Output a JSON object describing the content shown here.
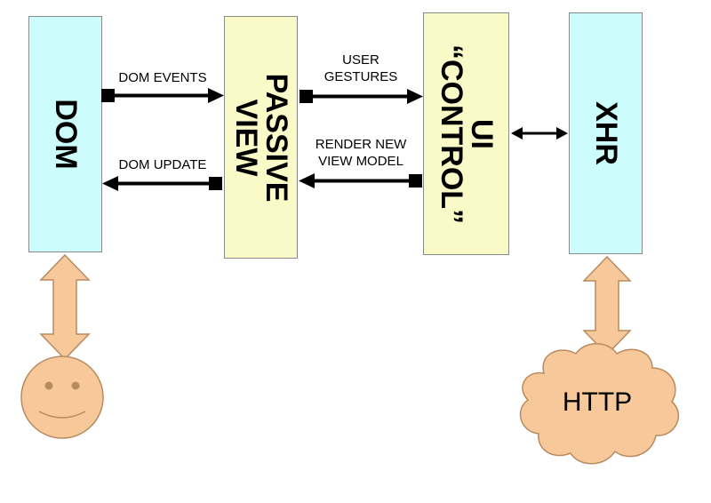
{
  "nodes": {
    "dom": "DOM",
    "passive_view": {
      "line1": "PASSIVE",
      "line2": "VIEW"
    },
    "ui_control": {
      "line1": "UI",
      "line2": "“CONTROL”"
    },
    "xhr": "XHR",
    "http": "HTTP"
  },
  "edges": {
    "dom_events": "DOM EVENTS",
    "dom_update": "DOM UPDATE",
    "user_gestures": {
      "line1": "USER",
      "line2": "GESTURES"
    },
    "render_new_view_model": {
      "line1": "RENDER NEW",
      "line2": "VIEW MODEL"
    }
  },
  "colors": {
    "dom_box": "#ccfcfc",
    "passive_view_box": "#fafac8",
    "ui_control_box": "#fafac8",
    "xhr_box": "#ccfcfc",
    "peach": "#f7c89a",
    "peach_border": "#b88a60"
  },
  "icons": [
    "smiley-face-icon",
    "cloud-icon",
    "double-arrow-icon"
  ]
}
